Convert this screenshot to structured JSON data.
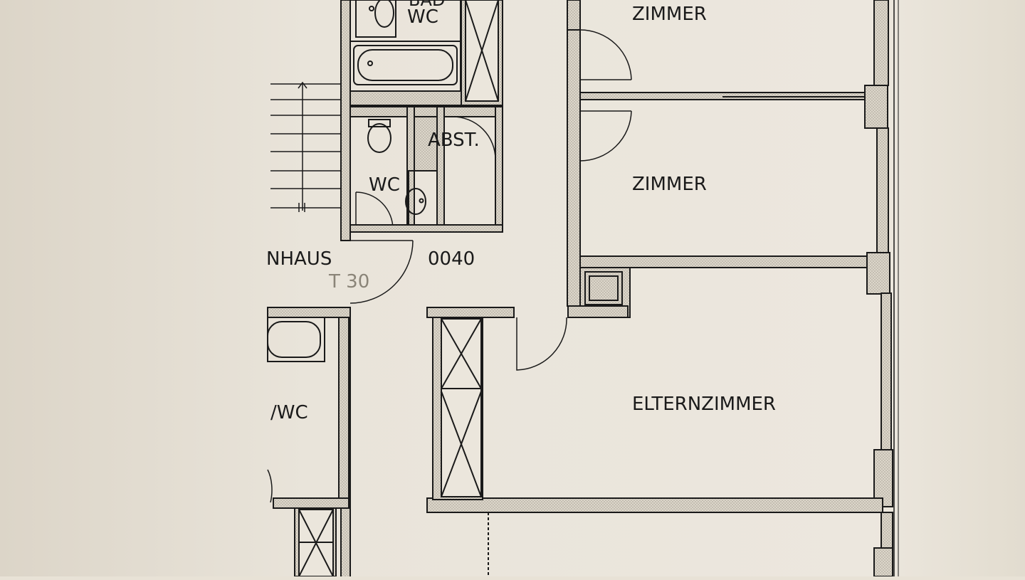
{
  "plan": {
    "unit": "0040",
    "labels": {
      "bad_wc_partial": "BAD",
      "bad_wc": "WC",
      "zimmer_top": "ZIMMER",
      "abst": "ABST.",
      "zimmer_mid": "ZIMMER",
      "wc": "WC",
      "treppenhaus_partial": "NHAUS",
      "fire_door": "T 30",
      "elternzimmer": "ELTERNZIMMER",
      "neighbour_wc": "/WC"
    }
  },
  "colors": {
    "paper": "#e8e2d6",
    "paper_light": "#efeae1",
    "wall_fill": "#d9d3c6",
    "ink": "#1a1a1a"
  }
}
